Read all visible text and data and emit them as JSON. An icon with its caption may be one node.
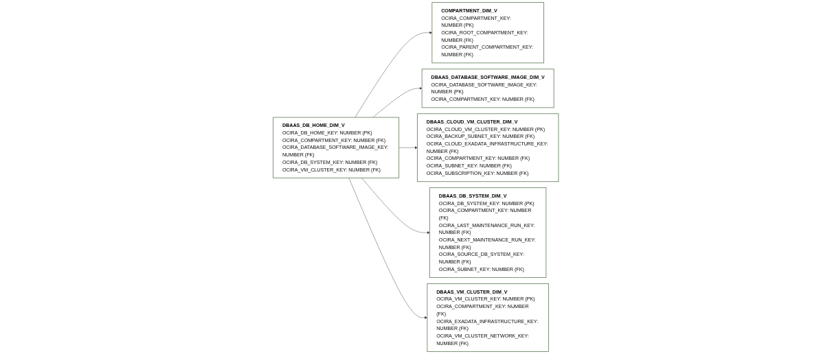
{
  "diagram": {
    "nodes": [
      {
        "text": [
          "COMPARTMENT_DIM_V",
          "OCIRA_COMPARTMENT_KEY: NUMBER (PK)",
          "OCIRA_ROOT_COMPARTMENT_KEY: NUMBER (FK)",
          "OCIRA_PARENT_COMPARTMENT_KEY: NUMBER (FK)"
        ]
      },
      {
        "text": [
          "DBAAS_DB_SYSTEM_DIM_V",
          "OCIRA_DB_SYSTEM_KEY: NUMBER (PK)",
          "OCIRA_COMPARTMENT_KEY: NUMBER (FK)",
          "OCIRA_LAST_MAINTENANCE_RUN_KEY: NUMBER (FK)",
          "OCIRA_NEXT_MAINTENANCE_RUN_KEY: NUMBER (FK)",
          "OCIRA_SOURCE_DB_SYSTEM_KEY: NUMBER (FK)",
          "OCIRA_SUBNET_KEY: NUMBER (FK)"
        ]
      },
      {
        "text": [
          "DBAAS_DATABASE_SOFTWARE_IMAGE_DIM_V",
          "OCIRA_DATABASE_SOFTWARE_IMAGE_KEY: NUMBER (PK)",
          "OCIRA_COMPARTMENT_KEY: NUMBER (FK)"
        ]
      },
      {
        "text": [
          "DBAAS_DB_HOME_DIM_V",
          "OCIRA_DB_HOME_KEY: NUMBER (PK)",
          "OCIRA_COMPARTMENT_KEY: NUMBER (FK)",
          "OCIRA_DATABASE_SOFTWARE_IMAGE_KEY: NUMBER (FK)",
          "OCIRA_DB_SYSTEM_KEY: NUMBER (FK)",
          "OCIRA_VM_CLUSTER_KEY: NUMBER (FK)"
        ]
      },
      {
        "text": [
          "DBAAS_VM_CLUSTER_DIM_V",
          "OCIRA_VM_CLUSTER_KEY: NUMBER (PK)",
          "OCIRA_COMPARTMENT_KEY: NUMBER (FK)",
          "OCIRA_EXADATA_INFRASTRUCTURE_KEY: NUMBER (FK)",
          "OCIRA_VM_CLUSTER_NETWORK_KEY: NUMBER (FK)"
        ]
      },
      {
        "text": [
          "DBAAS_CLOUD_VM_CLUSTER_DIM_V",
          "OCIRA_CLOUD_VM_CLUSTER_KEY: NUMBER (PK)",
          "OCIRA_BACKUP_SUBNET_KEY: NUMBER (FK)",
          "OCIRA_CLOUD_EXADATA_INFRASTRUCTURE_KEY: NUMBER (FK)",
          "OCIRA_COMPARTMENT_KEY: NUMBER (FK)",
          "OCIRA_SUBNET_KEY: NUMBER (FK)",
          "OCIRA_SUBSCRIPTION_KEY: NUMBER (FK)"
        ]
      }
    ],
    "edges": [
      {
        "from": 3,
        "to": 0,
        "arrow": "to"
      },
      {
        "from": 3,
        "to": 2,
        "arrow": "to"
      },
      {
        "from": 3,
        "to": 5,
        "arrow": "to"
      },
      {
        "from": 3,
        "to": 1,
        "arrow": "to"
      },
      {
        "from": 3,
        "to": 4,
        "arrow": "to"
      }
    ]
  }
}
